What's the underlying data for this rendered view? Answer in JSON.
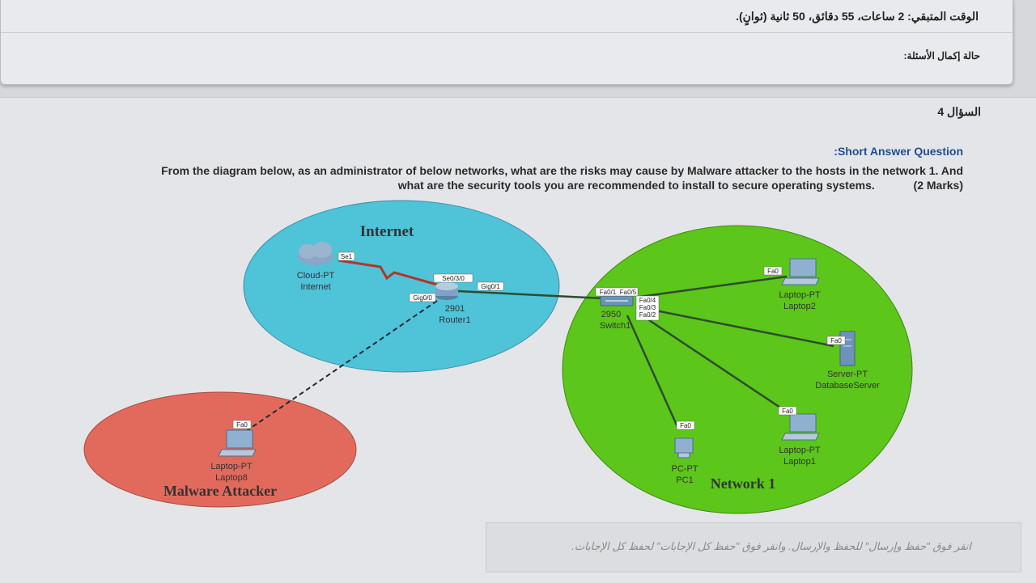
{
  "header": {
    "timer": "الوقت المتبقي: 2 ساعات، 55 دقائق، 50 ثانية (ثوانٍ).",
    "status_link": "حالة إكمال الأسئلة:"
  },
  "question": {
    "number": "السؤال 4",
    "type": ":Short Answer Question",
    "text_line1": "From the diagram below, as an administrator of below networks, what are the risks may cause by Malware attacker to the hosts in the network 1. And",
    "text_line2": "what are the security tools you are recommended to install to secure operating systems.",
    "marks": "(2 Marks)"
  },
  "diagram": {
    "zones": {
      "internet": "Internet",
      "network1": "Network 1",
      "attacker": "Malware Attacker"
    },
    "colors": {
      "internet": "#4fc3d8",
      "network1": "#5cc61a",
      "attacker": "#e26a5c"
    },
    "devices": {
      "cloud": {
        "type": "Cloud-PT",
        "name": "Internet"
      },
      "router": {
        "model": "2901",
        "name": "Router1"
      },
      "switch": {
        "model": "2950",
        "name": "Switch1"
      },
      "laptop2": {
        "type": "Laptop-PT",
        "name": "Laptop2"
      },
      "server": {
        "type": "Server-PT",
        "name": "DatabaseServer"
      },
      "laptop1": {
        "type": "Laptop-PT",
        "name": "Laptop1"
      },
      "pc1": {
        "type": "PC-PT",
        "name": "PC1"
      },
      "laptop8": {
        "type": "Laptop-PT",
        "name": "Laptop8"
      }
    },
    "ports": {
      "cloud_se1": "Se1",
      "router_se": "Se0/3/0",
      "router_gig1": "Gig0/1",
      "router_gig0": "Gig0/0",
      "sw_fa01": "Fa0/1",
      "sw_fa05": "Fa0/5",
      "sw_fa04": "Fa0/4",
      "sw_fa03": "Fa0/3",
      "sw_fa02": "Fa0/2",
      "laptop2_fa0": "Fa0",
      "server_fa0": "Fa0",
      "laptop1_fa0": "Fa0",
      "pc1_fa0": "Fa0",
      "laptop8_fa0": "Fa0"
    }
  },
  "footer": {
    "hint": "انقر فوق \"حفظ وإرسال\" للحفظ والإرسال. وانقر فوق \"حفظ كل الإجابات\" لحفظ كل الإجابات."
  }
}
